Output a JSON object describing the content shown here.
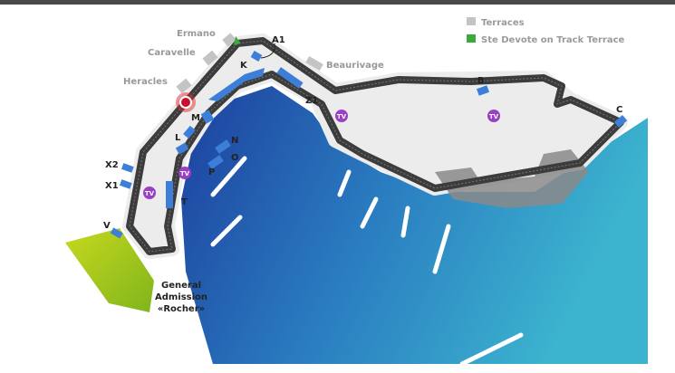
{
  "legend": {
    "items": [
      {
        "label": "Terraces",
        "color": "#c4c4c4"
      },
      {
        "label": "Ste Devote on Track Terrace",
        "color": "#3aa83a"
      }
    ]
  },
  "terraces": [
    "Ermano",
    "Caravelle",
    "Heracles",
    "Beaurivage"
  ],
  "grandstands": [
    "A1",
    "K",
    "Z1",
    "M",
    "L",
    "N",
    "O",
    "P",
    "T",
    "X2",
    "X1",
    "V",
    "B",
    "C"
  ],
  "general_admission": {
    "line1": "General",
    "line2": "Admission",
    "line3": "«Rocher»"
  },
  "tv_label": "TV",
  "colors": {
    "track": "#3c3c3c",
    "runoff": "#e6e6e6",
    "stand": "#3d7fd8",
    "water_dark": "#1d3f9e",
    "water_light": "#3cb4cf",
    "tv": "#9b3fc4",
    "ga": "#a6c81e"
  }
}
